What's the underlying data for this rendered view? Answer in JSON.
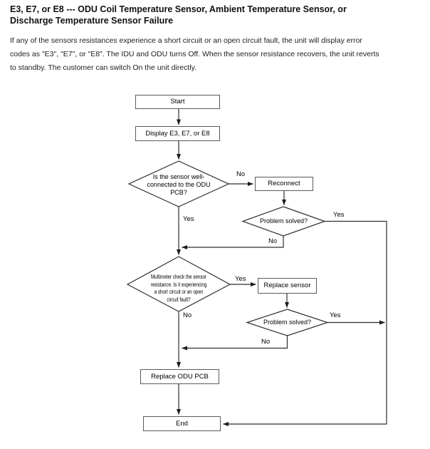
{
  "document": {
    "heading": "E3, E7, or E8 --- ODU Coil Temperature Sensor, Ambient Temperature Sensor, or\nDischarge Temperature Sensor Failure",
    "paragraph": "If any of the sensors resistances experience a short circuit or an open circuit fault, the unit will display error\ncodes as \"E3\", \"E7\", or \"E8\". The IDU and ODU turns Off. When the sensor resistance recovers, the unit reverts\nto standby. The customer can switch On the unit directly."
  },
  "flowchart": {
    "type": "troubleshooting-flowchart",
    "nodes": {
      "start": {
        "label": "Start",
        "shape": "rectangle"
      },
      "display_error": {
        "label": "Display E3, E7, or E8",
        "shape": "rectangle"
      },
      "check_connection": {
        "label": "Is the sensor well-\nconnected to the ODU\nPCB?",
        "shape": "diamond"
      },
      "reconnect": {
        "label": "Reconnect",
        "shape": "rectangle"
      },
      "problem_solved_1": {
        "label": "Problem solved?",
        "shape": "diamond"
      },
      "check_resistance": {
        "label": "Multimeter check the sensor\nresistance. Is it experiencing\na short circuit or an open\ncircuit fault?",
        "shape": "diamond"
      },
      "replace_sensor": {
        "label": "Replace sensor",
        "shape": "rectangle"
      },
      "problem_solved_2": {
        "label": "Problem solved?",
        "shape": "diamond"
      },
      "replace_odu_pcb": {
        "label": "Replace ODU PCB",
        "shape": "rectangle"
      },
      "end": {
        "label": "End",
        "shape": "rectangle"
      }
    },
    "edge_labels": {
      "check_connection_no": "No",
      "check_connection_yes": "Yes",
      "problem_solved_1_yes": "Yes",
      "problem_solved_1_no": "No",
      "check_resistance_yes": "Yes",
      "check_resistance_no": "No",
      "problem_solved_2_yes": "Yes",
      "problem_solved_2_no": "No"
    },
    "colors": {
      "line": "#2e2e2e",
      "box_border": "#5a5a5a",
      "text": "#000000",
      "background": "#ffffff"
    }
  }
}
